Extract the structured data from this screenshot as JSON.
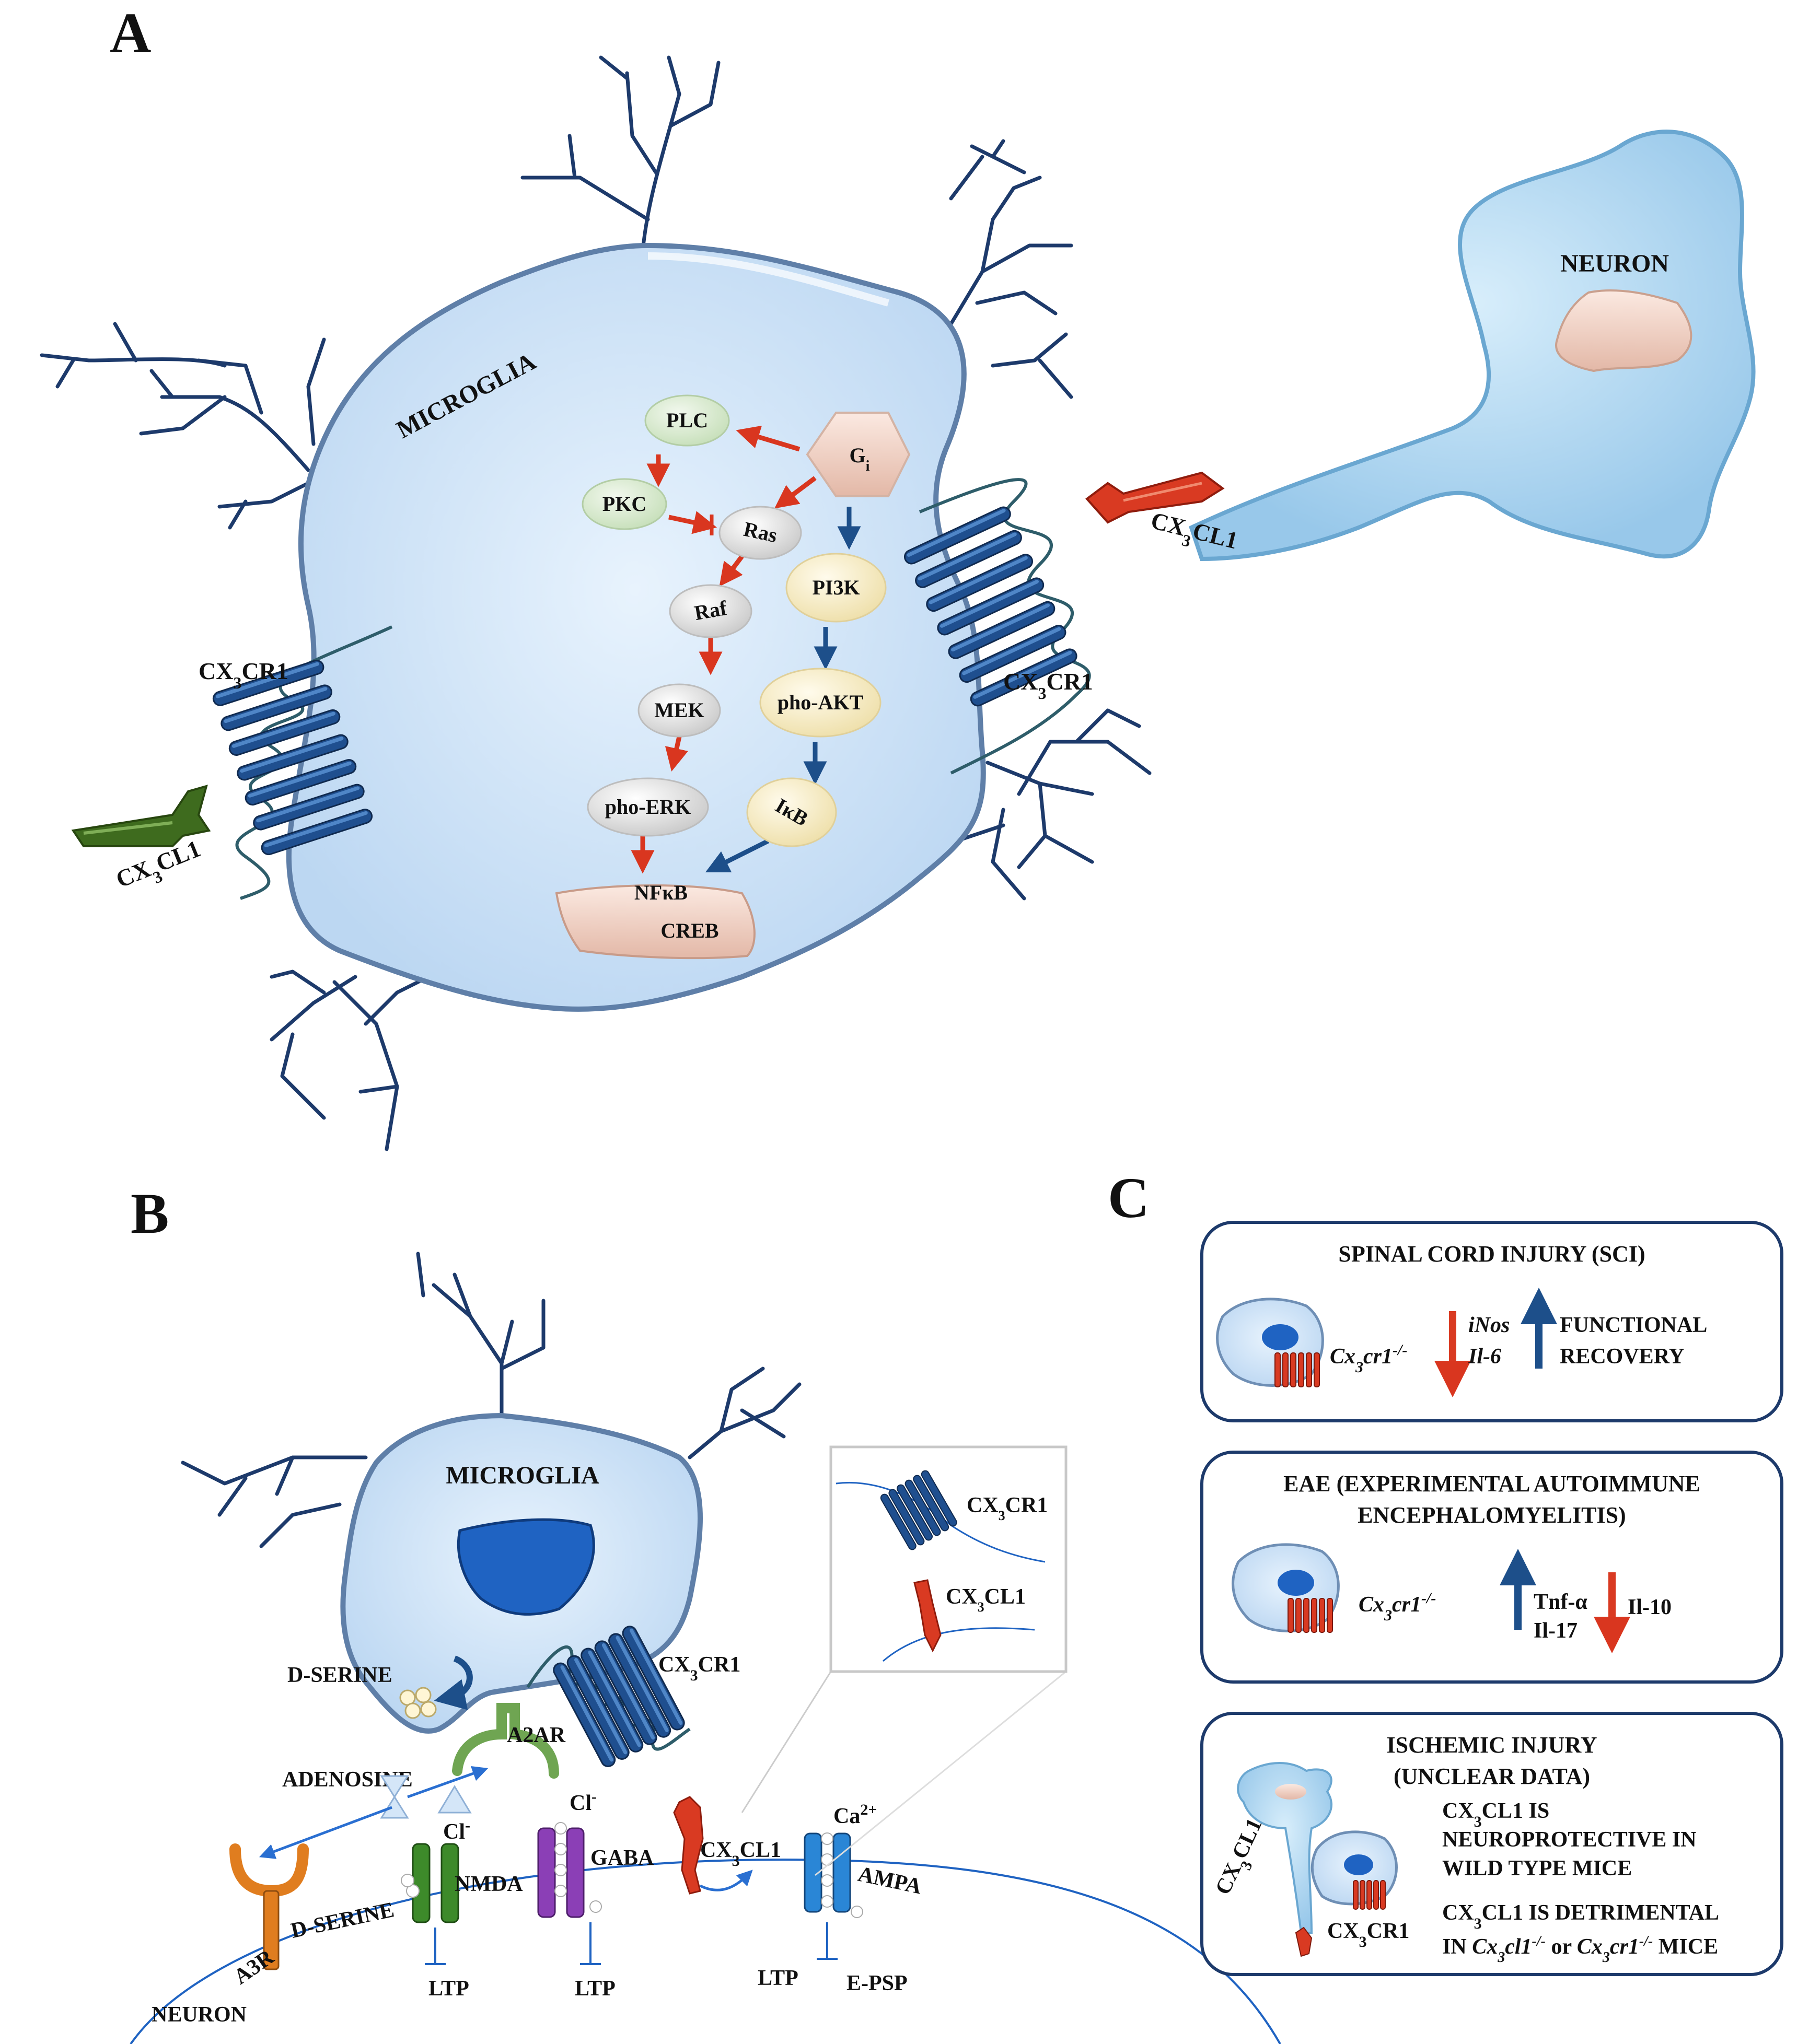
{
  "panels": {
    "a": {
      "letter": "A"
    },
    "b": {
      "letter": "B"
    },
    "c": {
      "letter": "C"
    }
  },
  "panel_a": {
    "microglia": "MICROGLIA",
    "neuron": "NEURON",
    "cx3cr1_left": {
      "base": "CX",
      "sub": "3",
      "rest": "CR1"
    },
    "cx3cr1_right": {
      "base": "CX",
      "sub": "3",
      "rest": "CR1"
    },
    "cx3cl1_left": {
      "base": "CX",
      "sub": "3",
      "rest": "CL1"
    },
    "cx3cl1_right": {
      "base": "CX",
      "sub": "3",
      "rest": "CL1"
    },
    "nodes": {
      "gi": {
        "base": "G",
        "sub": "i"
      },
      "plc": "PLC",
      "pkc": "PKC",
      "ras": "Ras",
      "raf": "Raf",
      "mek": "MEK",
      "pho_erk": "pho-ERK",
      "pi3k": "PI3K",
      "pho_akt": "pho-AKT",
      "ikb": "IκB",
      "nfkb": "NFκB",
      "creb": "CREB"
    }
  },
  "panel_b": {
    "microglia": "MICROGLIA",
    "neuron": "NEURON",
    "d_serine_top": "D-SERINE",
    "d_serine_bottom": "D-SERINE",
    "adenosine": "ADENOSINE",
    "a2ar": "A2AR",
    "a3r": "A3R",
    "cx3cr1": {
      "base": "CX",
      "sub": "3",
      "rest": "CR1"
    },
    "cx3cl1": {
      "base": "CX",
      "sub": "3",
      "rest": "CL1"
    },
    "nmda": "NMDA",
    "gaba": "GABA",
    "ampa": "AMPA",
    "cl_1": {
      "base": "Cl",
      "sup": "-"
    },
    "cl_2": {
      "base": "Cl",
      "sup": "-"
    },
    "ca": {
      "base": "Ca",
      "sup": "2+"
    },
    "ltp_1": "LTP",
    "ltp_2": "LTP",
    "ltp_3": "LTP",
    "epsp": "E-PSP",
    "inset_cx3cr1": {
      "base": "CX",
      "sub": "3",
      "rest": "CR1"
    },
    "inset_cx3cl1": {
      "base": "CX",
      "sub": "3",
      "rest": "CL1"
    }
  },
  "panel_c": {
    "sci": {
      "title": "SPINAL CORD INJURY (SCI)",
      "genotype": {
        "base": "Cx",
        "sub": "3",
        "rest": "cr1",
        "sup": "-/-"
      },
      "down_1": "iNos",
      "down_2": "Il-6",
      "up_1": "FUNCTIONAL",
      "up_2": "RECOVERY"
    },
    "eae": {
      "title_1": "EAE (EXPERIMENTAL AUTOIMMUNE",
      "title_2": "ENCEPHALOMYELITIS)",
      "genotype": {
        "base": "Cx",
        "sub": "3",
        "rest": "cr1",
        "sup": "-/-"
      },
      "up_1": "Tnf-α",
      "up_2": "Il-17",
      "down_1": "Il-10"
    },
    "ischemic": {
      "title_1": "ISCHEMIC INJURY",
      "title_2": "(UNCLEAR DATA)",
      "line_1": {
        "base": "CX",
        "sub": "3",
        "rest": "CL1 IS"
      },
      "line_2": "NEUROPROTECTIVE IN",
      "line_3": "WILD TYPE MICE",
      "line_4": {
        "base": "CX",
        "sub": "3",
        "rest": "CL1 IS DETRIMENTAL"
      },
      "line_5": {
        "pre": "IN ",
        "g1": "Cx",
        "g1sub": "3",
        "g1rest": "cl1",
        "g1sup": "-/-",
        "mid": " or ",
        "g2": "Cx",
        "g2sub": "3",
        "g2rest": "cr1",
        "g2sup": "-/-",
        "post": " MICE"
      },
      "cx3cl1": {
        "base": "CX",
        "sub": "3",
        "rest": "CL1"
      },
      "cx3cr1": {
        "base": "CX",
        "sub": "3",
        "rest": "CR1"
      }
    }
  },
  "colors": {
    "cell_fill": "#d6e9fb",
    "cell_edge": "#8fa9c8",
    "neuron_fill": "#bfe0f5",
    "process": "#1d3a6b",
    "receptor": "#1d4f8a",
    "ligand_red": "#d93a22",
    "ligand_green": "#3e6b1e",
    "arrow_red": "#d9361f",
    "arrow_blue": "#1d4f8a"
  }
}
